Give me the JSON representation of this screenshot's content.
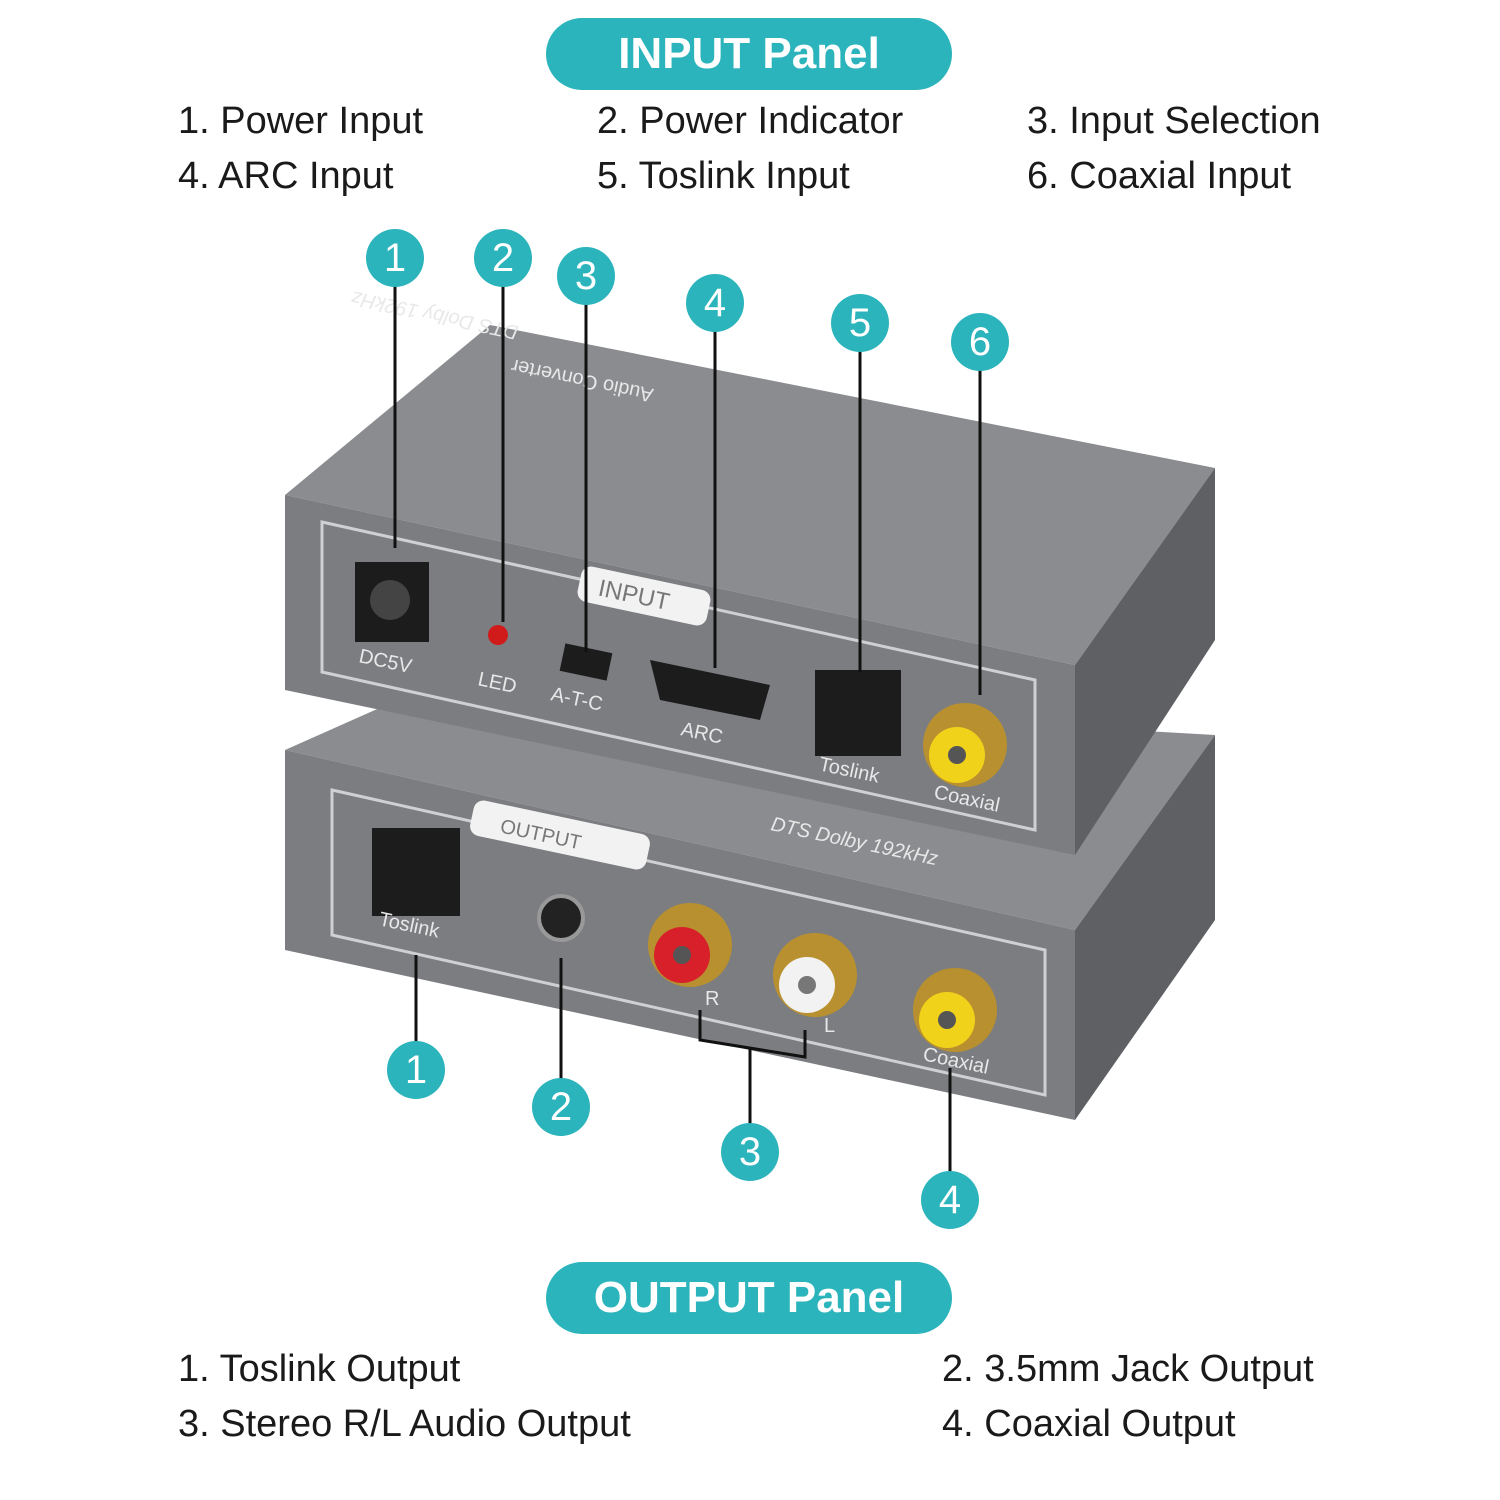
{
  "input_panel": {
    "title": "INPUT Panel",
    "items": [
      "1. Power Input",
      "2. Power Indicator",
      "3. Input Selection",
      "4. ARC Input",
      "5. Toslink Input",
      "6. Coaxial Input"
    ],
    "callouts": [
      "1",
      "2",
      "3",
      "4",
      "5",
      "6"
    ]
  },
  "output_panel": {
    "title": "OUTPUT Panel",
    "items": [
      "1. Toslink Output",
      "2. 3.5mm Jack Output",
      "3. Stereo R/L Audio Output",
      "4. Coaxial Output"
    ],
    "callouts": [
      "1",
      "2",
      "3",
      "4"
    ]
  },
  "device": {
    "top_brand": "DTS Dolby 192kHz",
    "top_name": "Audio Converter",
    "input_label": "INPUT",
    "dc": "DC5V",
    "led": "LED",
    "switch": "A-T-C",
    "arc": "ARC",
    "toslink_in": "Toslink",
    "coaxial_in": "Coaxial",
    "output_label": "OUTPUT",
    "output_brand": "DTS Dolby 192kHz",
    "toslink_out": "Toslink",
    "r": "R",
    "l": "L",
    "coaxial_out": "Coaxial"
  },
  "colors": {
    "accent": "#2bb4bb",
    "device": "#7b7d80",
    "led": "#d11a1a",
    "rca_red": "#d8202a",
    "rca_white": "#f2f2f2",
    "rca_yellow": "#f1d21a"
  }
}
